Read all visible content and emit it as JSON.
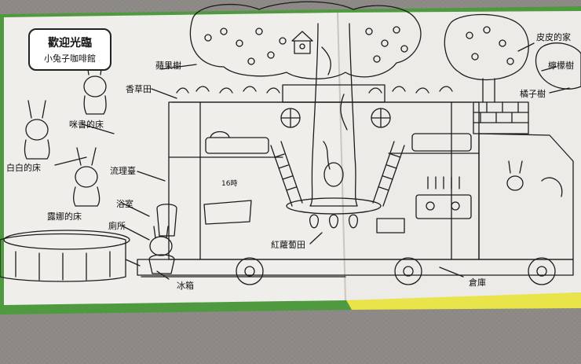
{
  "sign": {
    "line1": "歡迎光臨",
    "line2": "小兔子咖啡館"
  },
  "labels": {
    "apple_tree": "蘋果樹",
    "herb_garden": "香草田",
    "mimi_bed": "咪書的床",
    "baibai_bed": "白白的床",
    "sink": "流理臺",
    "bathroom": "浴室",
    "lulu_bed": "露娜的床",
    "toilet": "廁所",
    "fridge": "冰箱",
    "radish_field": "紅蘿蔔田",
    "warehouse": "倉庫",
    "pipi_house": "皮皮的家",
    "lemon_tree": "檸檬樹",
    "orange_tree": "橘子樹",
    "clock_text": "16時"
  },
  "colors": {
    "background": "#8f8c88",
    "paper": "#efeeea",
    "ink": "#1c1c1c",
    "cover_green": "#4f9a3e",
    "cover_yellow": "#e8e44a"
  }
}
